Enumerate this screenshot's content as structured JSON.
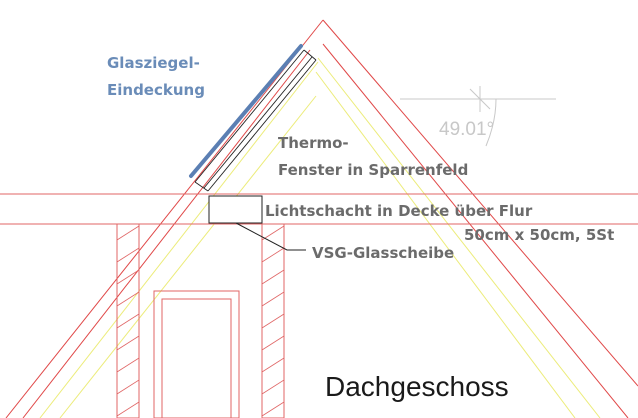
{
  "labels": {
    "glass_tiles_line1": "Glasziegel-",
    "glass_tiles_line2": "Eindeckung",
    "thermo_line1": "Thermo-",
    "thermo_line2": "Fenster in Sparrenfeld",
    "lightshaft": "Lichtschacht in Decke über Flur",
    "lightshaft_size": "50cm x 50cm, 5St",
    "vsg": "VSG-Glasscheibe",
    "angle": "49.01°",
    "floor_name": "Dachgeschoss"
  },
  "colors": {
    "wall_red": "#e06666",
    "roof_red": "#e04848",
    "insulation_yellow": "#ecec7a",
    "glass_blue": "#5b7fb3",
    "dimension_gray": "#c8c8c8",
    "leader_black": "#222222"
  }
}
